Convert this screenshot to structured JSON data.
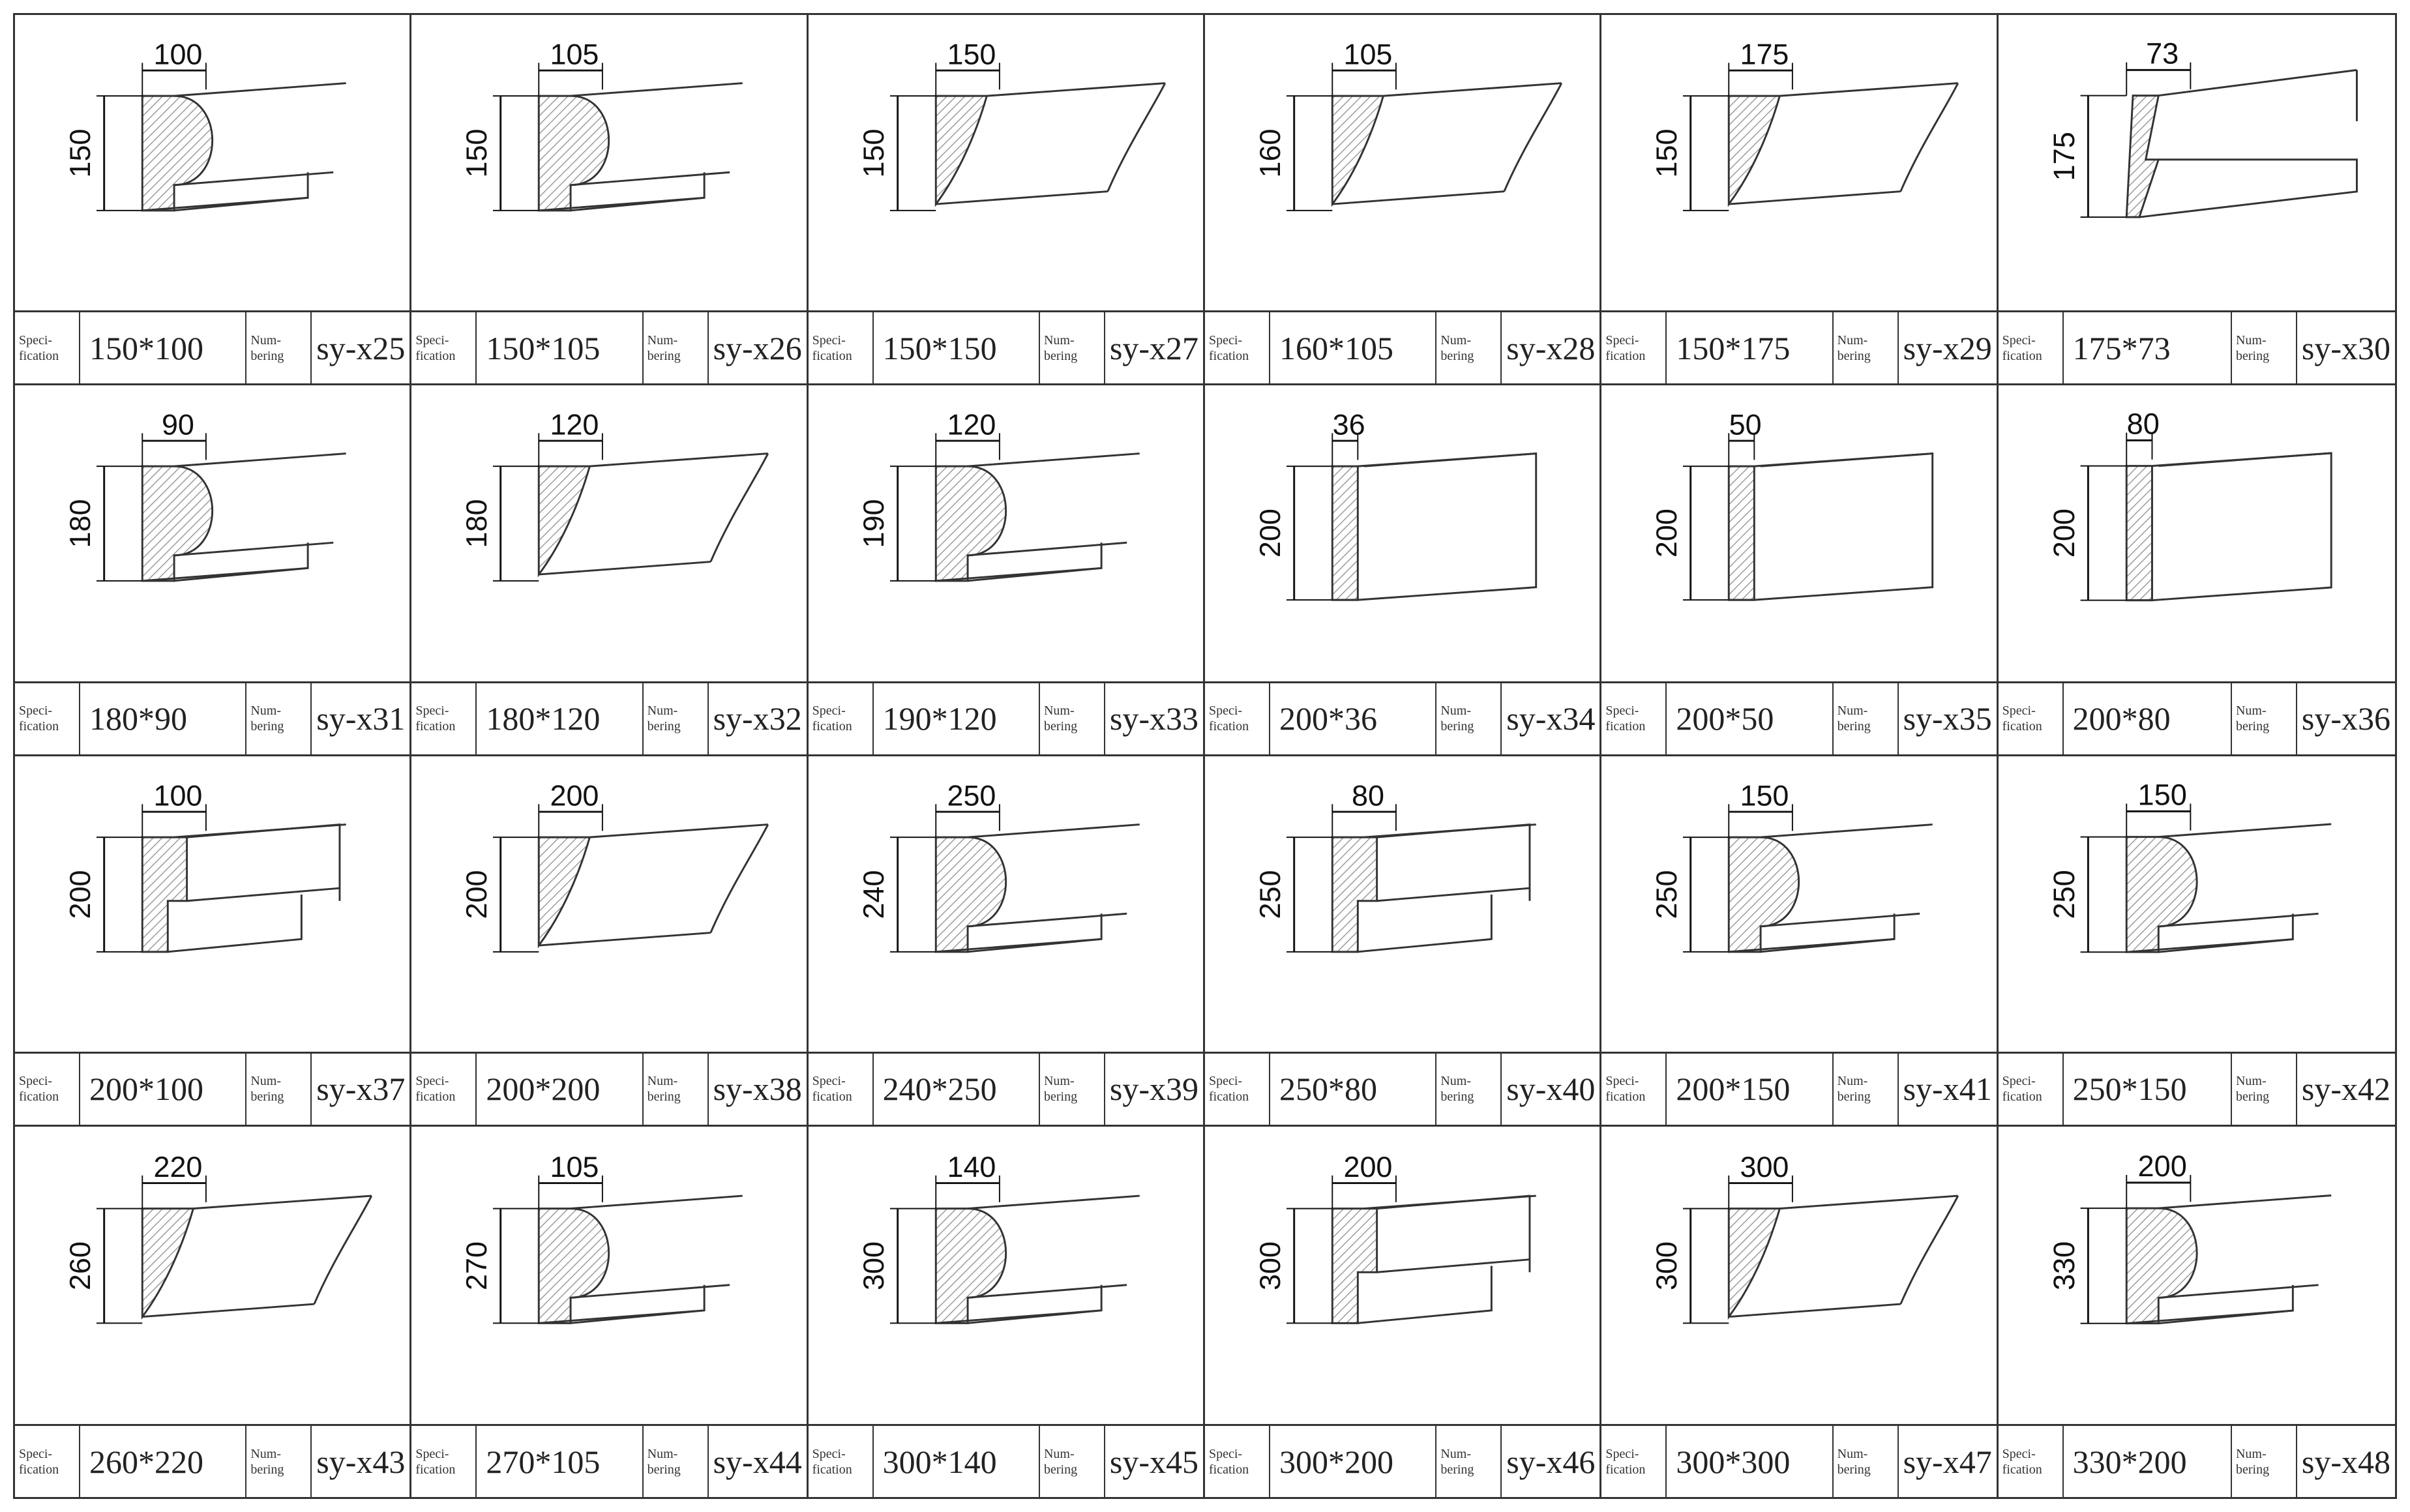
{
  "labels": {
    "specification": "Speci-\nfication",
    "numbering": "Num-\nbering"
  },
  "colors": {
    "line": "#333333",
    "hatch": "#9a9a9a"
  },
  "items": [
    {
      "spec": "150*100",
      "code": "sy-x25",
      "h": "150",
      "w": "100",
      "style": "round"
    },
    {
      "spec": "150*105",
      "code": "sy-x26",
      "h": "150",
      "w": "105",
      "style": "round"
    },
    {
      "spec": "150*150",
      "code": "sy-x27",
      "h": "150",
      "w": "150",
      "style": "cove"
    },
    {
      "spec": "160*105",
      "code": "sy-x28",
      "h": "160",
      "w": "105",
      "style": "cove"
    },
    {
      "spec": "150*175",
      "code": "sy-x29",
      "h": "150",
      "w": "175",
      "style": "cove"
    },
    {
      "spec": "175*73",
      "code": "sy-x30",
      "h": "175",
      "w": "73",
      "style": "slant"
    },
    {
      "spec": "180*90",
      "code": "sy-x31",
      "h": "180",
      "w": "90",
      "style": "round"
    },
    {
      "spec": "180*120",
      "code": "sy-x32",
      "h": "180",
      "w": "120",
      "style": "cove"
    },
    {
      "spec": "190*120",
      "code": "sy-x33",
      "h": "190",
      "w": "120",
      "style": "round"
    },
    {
      "spec": "200*36",
      "code": "sy-x34",
      "h": "200",
      "w": "36",
      "style": "flat"
    },
    {
      "spec": "200*50",
      "code": "sy-x35",
      "h": "200",
      "w": "50",
      "style": "flat"
    },
    {
      "spec": "200*80",
      "code": "sy-x36",
      "h": "200",
      "w": "80",
      "style": "flat"
    },
    {
      "spec": "200*100",
      "code": "sy-x37",
      "h": "200",
      "w": "100",
      "style": "box"
    },
    {
      "spec": "200*200",
      "code": "sy-x38",
      "h": "200",
      "w": "200",
      "style": "cove"
    },
    {
      "spec": "240*250",
      "code": "sy-x39",
      "h": "240",
      "w": "250",
      "style": "round"
    },
    {
      "spec": "250*80",
      "code": "sy-x40",
      "h": "250",
      "w": "80",
      "style": "box"
    },
    {
      "spec": "200*150",
      "code": "sy-x41",
      "h": "250",
      "w": "150",
      "style": "round"
    },
    {
      "spec": "250*150",
      "code": "sy-x42",
      "h": "250",
      "w": "150",
      "style": "round"
    },
    {
      "spec": "260*220",
      "code": "sy-x43",
      "h": "260",
      "w": "220",
      "style": "cove"
    },
    {
      "spec": "270*105",
      "code": "sy-x44",
      "h": "270",
      "w": "105",
      "style": "round"
    },
    {
      "spec": "300*140",
      "code": "sy-x45",
      "h": "300",
      "w": "140",
      "style": "round"
    },
    {
      "spec": "300*200",
      "code": "sy-x46",
      "h": "300",
      "w": "200",
      "style": "box"
    },
    {
      "spec": "300*300",
      "code": "sy-x47",
      "h": "300",
      "w": "300",
      "style": "cove"
    },
    {
      "spec": "330*200",
      "code": "sy-x48",
      "h": "330",
      "w": "200",
      "style": "round"
    }
  ]
}
